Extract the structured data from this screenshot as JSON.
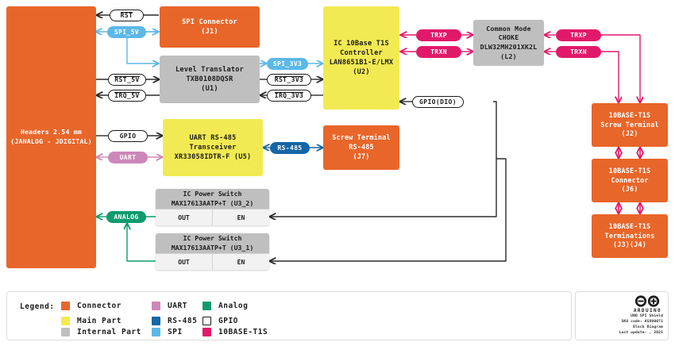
{
  "diagram": {
    "title": "UNO SPI Shield Block Diagram",
    "blocks": [
      {
        "id": "headers",
        "name": "headers-2p54mm",
        "kind": "Connector",
        "lines": [
          "Headers 2.54 mm",
          "(JANALOG - JDIGITAL)"
        ]
      },
      {
        "id": "spi_conn",
        "name": "spi-connector-j1",
        "kind": "Connector",
        "lines": [
          "SPI Connector",
          "(J1)"
        ]
      },
      {
        "id": "lvl_xlat",
        "name": "level-translator-u1",
        "kind": "Internal Part",
        "lines": [
          "Level Translator",
          "TXB0108DQSR",
          "(U1)"
        ]
      },
      {
        "id": "uart_xcvr",
        "name": "uart-rs485-transceiver-u5",
        "kind": "Main Part",
        "lines": [
          "UART RS-485",
          "Transceiver",
          "XR33058IDTR-F (U5)"
        ]
      },
      {
        "id": "t1s_ctrl",
        "name": "ic-10base-t1s-controller-u2",
        "kind": "Main Part",
        "lines": [
          "IC 10Base T1S",
          "Controller",
          "LAN8651B1-E/LMX",
          "(U2)"
        ]
      },
      {
        "id": "choke",
        "name": "common-mode-choke-l2",
        "kind": "Internal Part",
        "lines": [
          "Common Mode",
          "CHOKE",
          "DLW32MH201XK2L",
          "(L2)"
        ]
      },
      {
        "id": "screw_485",
        "name": "screw-terminal-rs485-j7",
        "kind": "Connector",
        "lines": [
          "Screw Terminal",
          "RS-485",
          "(J7)"
        ]
      },
      {
        "id": "t1s_screw",
        "name": "10base-t1s-screw-terminal-j2",
        "kind": "Connector",
        "lines": [
          "10BASE-T1S",
          "Screw Terminal",
          "(J2)"
        ]
      },
      {
        "id": "t1s_conn",
        "name": "10base-t1s-connector-j6",
        "kind": "Connector",
        "lines": [
          "10BASE-T1S",
          "Connector",
          "(J6)"
        ]
      },
      {
        "id": "t1s_term",
        "name": "10base-t1s-terminations-j3-j4",
        "kind": "Connector",
        "lines": [
          "10BASE-T1S",
          "Terminations",
          "(J3)(J4)"
        ]
      }
    ],
    "power_switches": [
      {
        "id": "u3_2",
        "name": "ic-power-switch-u3-2",
        "head": [
          "IC Power Switch",
          "MAX17613AATP+T (U3_2)"
        ],
        "pins": [
          "OUT",
          "EN"
        ]
      },
      {
        "id": "u3_1",
        "name": "ic-power-switch-u3-1",
        "head": [
          "IC Power Switch",
          "MAX17613AATP+T (U3_1)"
        ],
        "pins": [
          "OUT",
          "EN"
        ]
      }
    ],
    "signals": [
      {
        "id": "rst",
        "label": "RST",
        "style": "gpio",
        "overline": true
      },
      {
        "id": "spi5v",
        "label": "SPI_5V",
        "style": "spi",
        "overline": false
      },
      {
        "id": "rst5v",
        "label": "RST_5V",
        "style": "gpio",
        "overline": true
      },
      {
        "id": "irq5v",
        "label": "IRQ_5V",
        "style": "gpio",
        "overline": true
      },
      {
        "id": "spi3v3",
        "label": "SPI_3V3",
        "style": "spi",
        "overline": false
      },
      {
        "id": "rst3v3",
        "label": "RST_3V3",
        "style": "gpio",
        "overline": true
      },
      {
        "id": "irq3v3",
        "label": "IRQ_3V3",
        "style": "gpio",
        "overline": true
      },
      {
        "id": "gpio",
        "label": "GPIO",
        "style": "gpio",
        "overline": false
      },
      {
        "id": "uart",
        "label": "UART",
        "style": "uart",
        "overline": false
      },
      {
        "id": "rs485",
        "label": "RS-485",
        "style": "rs485",
        "overline": false
      },
      {
        "id": "analog",
        "label": "ANALOG",
        "style": "analog",
        "overline": false
      },
      {
        "id": "gpiodio",
        "label": "GPIO(DIO)",
        "style": "gpio",
        "overline": false
      },
      {
        "id": "trxp_l",
        "label": "TRXP",
        "style": "t1s",
        "overline": false
      },
      {
        "id": "trxn_l",
        "label": "TRXN",
        "style": "t1s",
        "overline": false
      },
      {
        "id": "trxp_r",
        "label": "TRXP",
        "style": "t1s",
        "overline": false
      },
      {
        "id": "trxn_r",
        "label": "TRXN",
        "style": "t1s",
        "overline": false
      }
    ]
  },
  "legend": {
    "title": "Legend:",
    "items": [
      {
        "label": "Connector",
        "color": "#e8662a",
        "outlined": false
      },
      {
        "label": "Main Part",
        "color": "#f2ea52",
        "outlined": false
      },
      {
        "label": "Internal Part",
        "color": "#bfbfbf",
        "outlined": false
      },
      {
        "label": "UART",
        "color": "#cc87b8",
        "outlined": false
      },
      {
        "label": "RS-485",
        "color": "#1565a8",
        "outlined": false
      },
      {
        "label": "SPI",
        "color": "#5cb8e8",
        "outlined": false
      },
      {
        "label": "Analog",
        "color": "#0f9b6e",
        "outlined": false
      },
      {
        "label": "GPIO",
        "color": "#ffffff",
        "outlined": true
      },
      {
        "label": "10BASE-T1S",
        "color": "#e2196a",
        "outlined": false
      }
    ]
  },
  "brand": {
    "logo_word": "ARDUINO",
    "lines": [
      "UNO SPI Shield",
      "SKU code: ASX00071",
      "Block Diagram",
      "Last update: , 2025"
    ]
  }
}
